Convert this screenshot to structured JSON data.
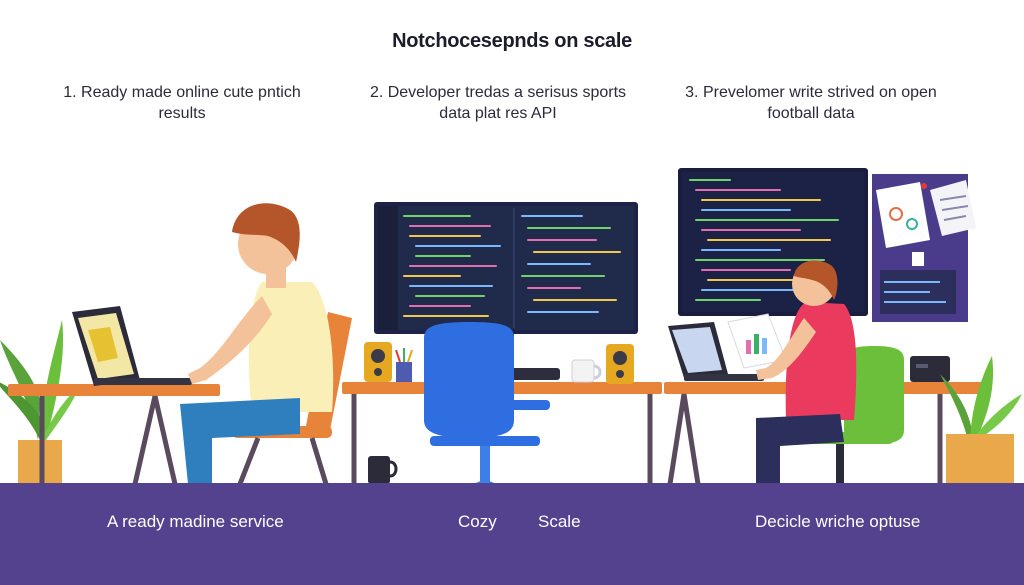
{
  "header": {
    "title": "Notchocesepnds on scale"
  },
  "steps": [
    {
      "line1": "1. Ready made online cute pntich",
      "line2": "results"
    },
    {
      "line1": "2. Developer tredas a serisus sports",
      "line2": "data plat res API"
    },
    {
      "line1": "3. Prevelomer write strived on open",
      "line2": "football data"
    }
  ],
  "footer": {
    "left": "A ready madine service",
    "center_a": "Cozy",
    "center_b": "Scale",
    "right": "Decicle wriche optuse"
  },
  "colors": {
    "background": "#ffffff",
    "footer_band": "#54428f",
    "desk_top": "#e8833a",
    "chair_orange": "#e8833a",
    "chair_blue": "#2f6ee0",
    "chair_green": "#6cbf3a",
    "monitor": "#1e2248",
    "shirt_yellow": "#fbefb8",
    "shirt_red": "#ea3a5e"
  },
  "icons": [
    "laptop-icon",
    "monitor-icon",
    "speaker-icon",
    "mug-icon",
    "plant-icon",
    "chair-icon",
    "pinboard-icon"
  ]
}
